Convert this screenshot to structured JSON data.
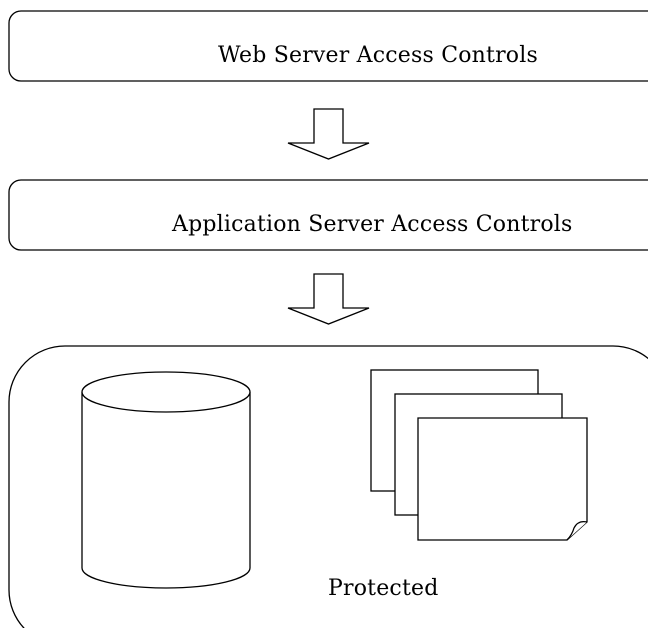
{
  "layers": {
    "web_server": {
      "label": "Web Server Access Controls"
    },
    "application_server": {
      "label": "Application Server Access Controls"
    },
    "protected_zone": {
      "label": "Protected"
    }
  },
  "icons": {
    "database": "database-cylinder-icon",
    "documents": "stacked-documents-icon",
    "arrow": "down-arrow-icon"
  },
  "colors": {
    "stroke": "#000000",
    "fill": "#ffffff"
  }
}
